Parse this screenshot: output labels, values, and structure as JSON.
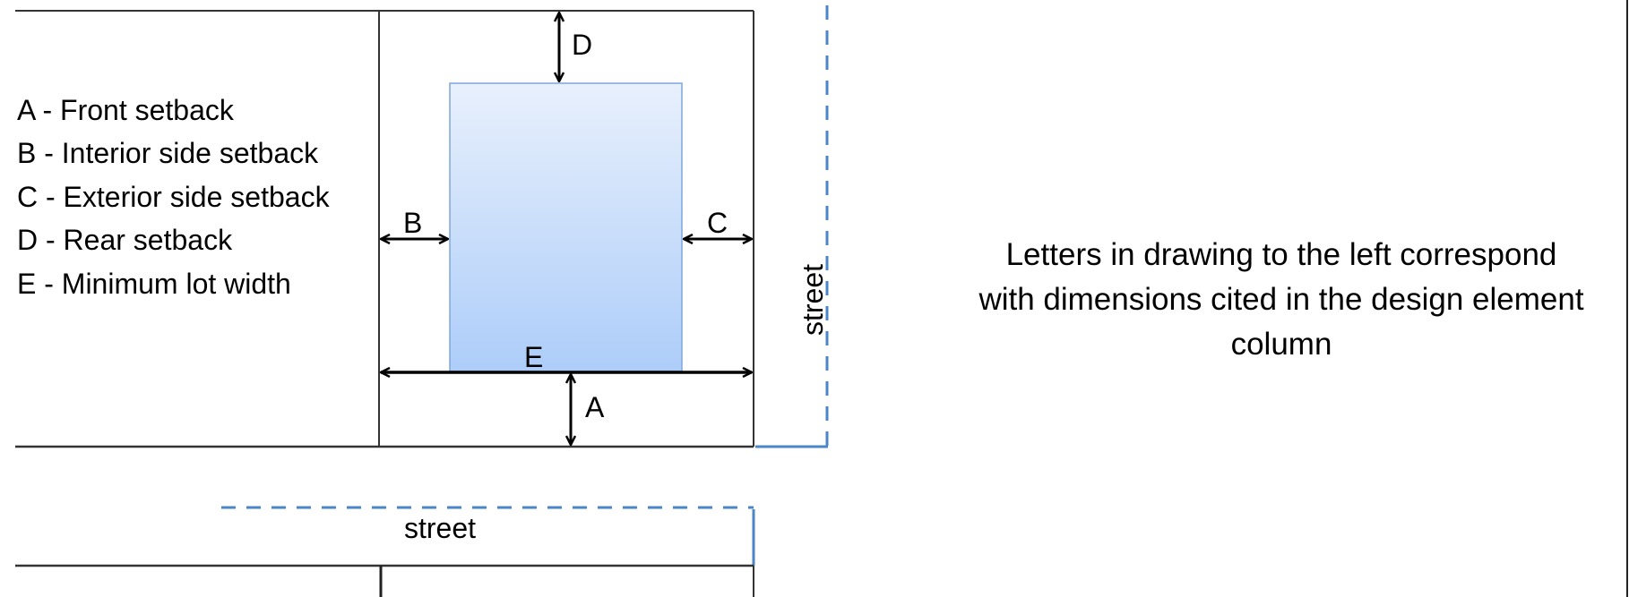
{
  "legend": [
    "A - Front setback",
    "B - Interior side setback",
    "C - Exterior side setback",
    "D - Rear setback",
    "E - Minimum lot width"
  ],
  "dimension_labels": {
    "a": "A",
    "b": "B",
    "c": "C",
    "d": "D",
    "e": "E"
  },
  "street_labels": {
    "side": "street",
    "front": "street"
  },
  "note": {
    "line1": "Letters in drawing to the left correspond",
    "line2": "with dimensions cited in the design element",
    "line3": "column"
  },
  "colors": {
    "building_top": "#e8f0fc",
    "building_bottom": "#adcdf9",
    "street_line": "#4a86c8"
  }
}
